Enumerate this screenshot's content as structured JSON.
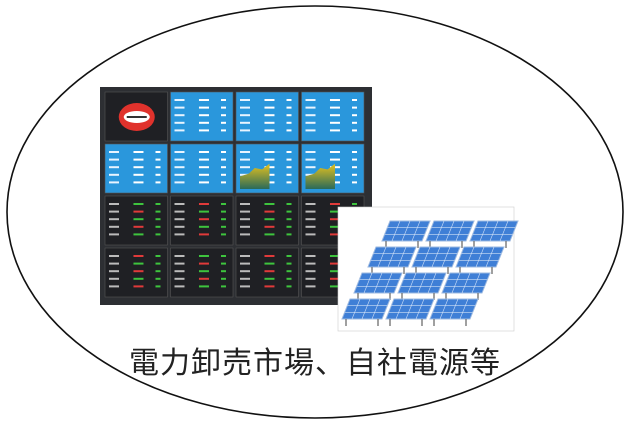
{
  "caption": "電力卸売市場、自社電源等",
  "icons": {
    "dashboard": "market-dashboard-illustration",
    "solar": "solar-panel-array-illustration",
    "logo": "exchange-logo-icon"
  },
  "colors": {
    "outline": "#111111",
    "dashboard_bg": "#2d2f33",
    "tile_blue": "#2a97dc",
    "tile_dark": "#1f2024",
    "value_green": "#3ec43e",
    "value_red": "#e03a3a",
    "panel_blue": "#3f7fd6",
    "logo_red": "#e0322c"
  },
  "dashboard": {
    "grid": {
      "rows": 4,
      "cols": 4
    },
    "blue_tiles": [
      [
        0,
        1
      ],
      [
        0,
        2
      ],
      [
        0,
        3
      ],
      [
        1,
        0
      ],
      [
        1,
        1
      ],
      [
        1,
        2
      ],
      [
        1,
        3
      ]
    ],
    "logo_tile": [
      0,
      0
    ],
    "chart_tiles": [
      [
        1,
        2
      ],
      [
        1,
        3
      ]
    ]
  }
}
